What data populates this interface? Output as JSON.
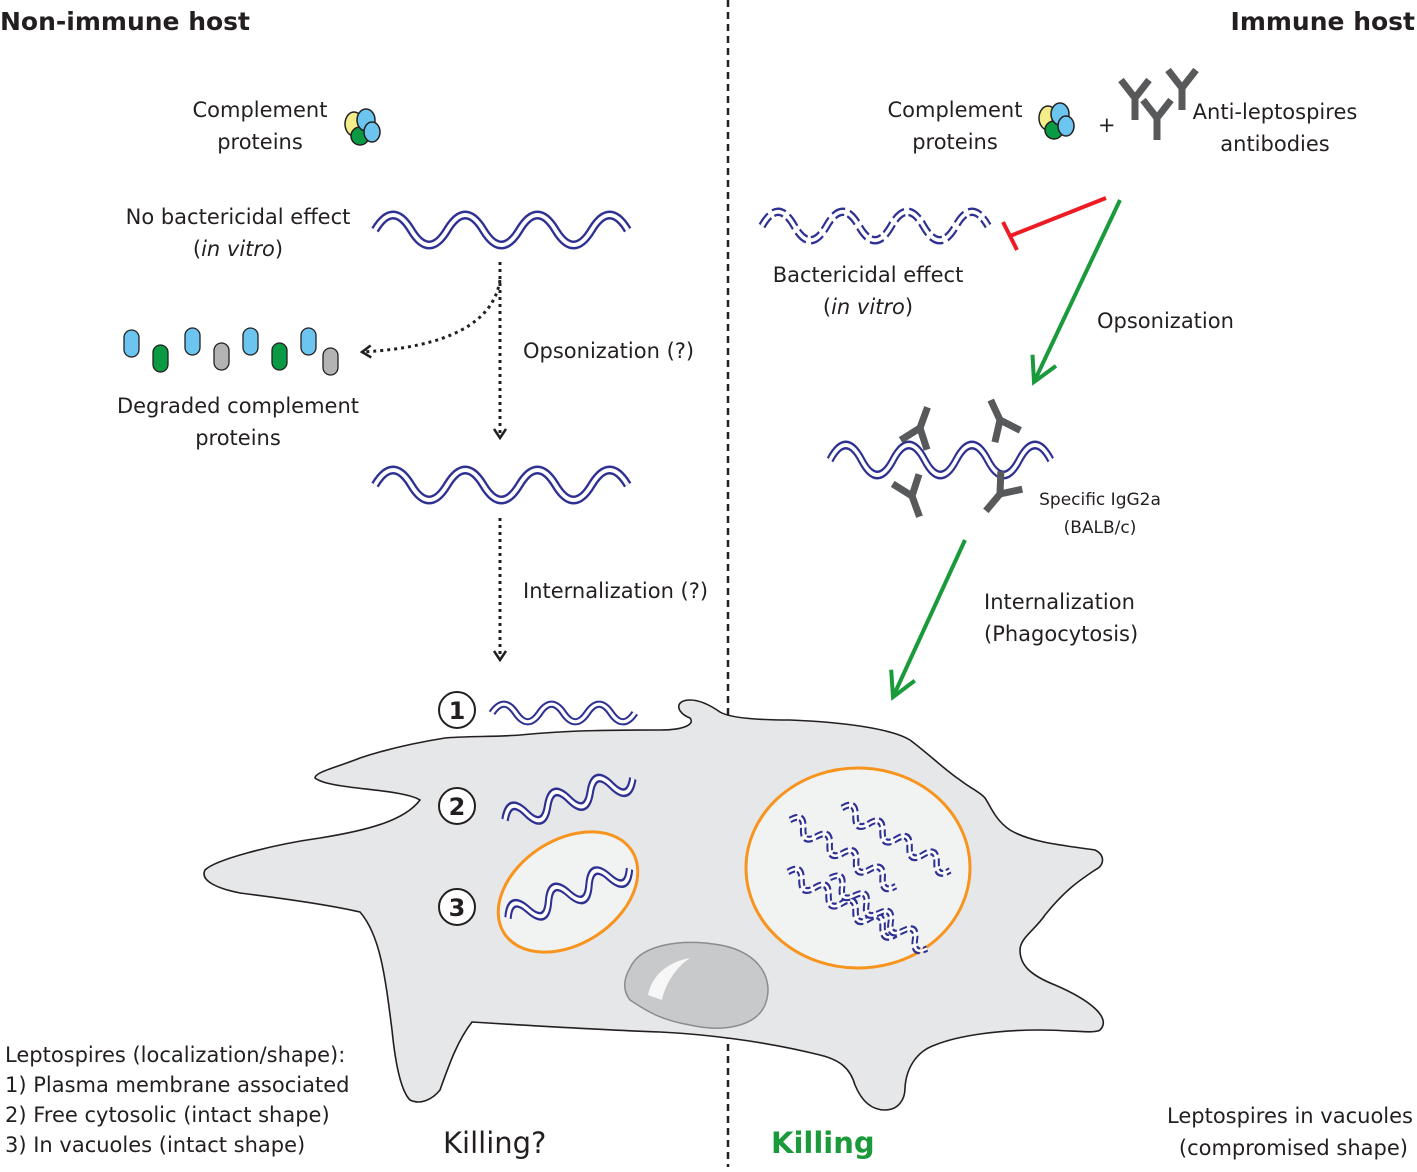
{
  "headings": {
    "left": "Non-immune host",
    "right": "Immune host"
  },
  "left": {
    "complement": [
      "Complement",
      "proteins"
    ],
    "no_effect": "No bactericidal effect",
    "in_vitro_open": "(",
    "in_vitro": "in vitro",
    "in_vitro_close": ")",
    "degraded": [
      "Degraded complement",
      "proteins"
    ],
    "opsonization": "Opsonization (?)",
    "internalization": "Internalization (?)",
    "numbers": [
      "1",
      "2",
      "3"
    ],
    "killing": "Killing?"
  },
  "right": {
    "complement": [
      "Complement",
      "proteins"
    ],
    "plus": "+",
    "antibodies": [
      "Anti-leptospires",
      "antibodies"
    ],
    "bactericidal": "Bactericidal effect",
    "in_vitro_open": "(",
    "in_vitro": "in vitro",
    "in_vitro_close": ")",
    "opsonization": "Opsonization",
    "igg": [
      "Specific IgG2a",
      "(BALB/c)"
    ],
    "internalization": [
      "Internalization",
      "(Phagocytosis)"
    ],
    "killing": "Killing",
    "vacuoles": [
      "Leptospires in vacuoles",
      "(compromised shape)"
    ]
  },
  "legend": {
    "title": "Leptospires (localization/shape):",
    "items": [
      "1) Plasma membrane associated",
      "2) Free cytosolic (intact shape)",
      "3) In vacuoles (intact shape)"
    ]
  },
  "colors": {
    "spirochete": "#2e3192",
    "vacuole": "#f7941d",
    "inhibition": "#ed1c24",
    "arrow_green": "#1a9a3a",
    "cell": "#e6e7e8",
    "antibody": "#58595b",
    "complement_blue": "#6cc5ef",
    "complement_green": "#0a9a44",
    "complement_gray": "#b3b3b3",
    "complement_yellow": "#f3ee8a"
  }
}
